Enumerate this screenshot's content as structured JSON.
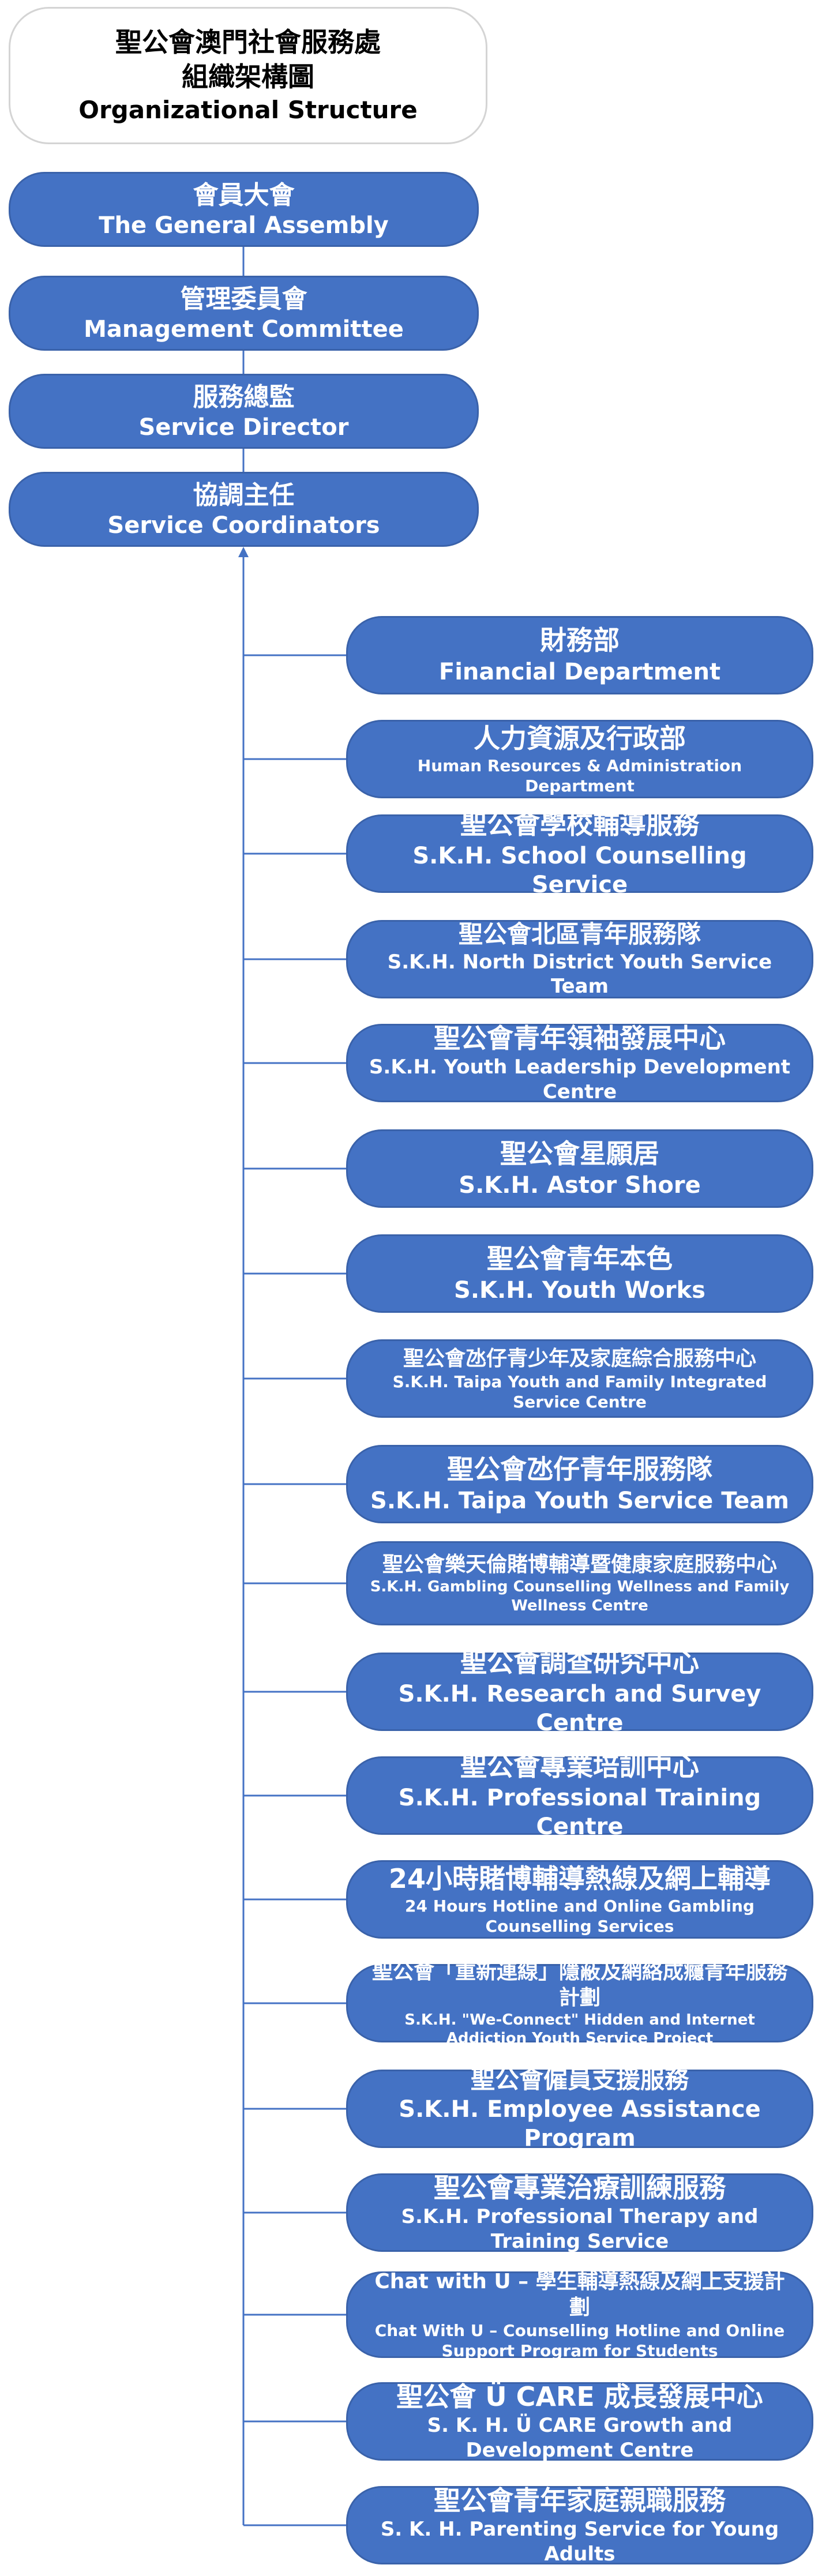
{
  "title": {
    "line1": "聖公會澳門社會服務處",
    "line2": "組織架構圖",
    "line3": "Organizational Structure"
  },
  "hierarchy": [
    {
      "zh": "會員大會",
      "en": "The General Assembly"
    },
    {
      "zh": "管理委員會",
      "en": "Management Committee"
    },
    {
      "zh": "服務總監",
      "en": "Service Director"
    },
    {
      "zh": "協調主任",
      "en": "Service Coordinators"
    }
  ],
  "departments": [
    {
      "zh": "財務部",
      "en": "Financial Department"
    },
    {
      "zh": "人力資源及行政部",
      "en": "Human Resources & Administration Department"
    },
    {
      "zh": "聖公會學校輔導服務",
      "en": "S.K.H. School Counselling Service"
    },
    {
      "zh": "聖公會北區青年服務隊",
      "en": "S.K.H. North District Youth Service Team"
    },
    {
      "zh": "聖公會青年領袖發展中心",
      "en": "S.K.H. Youth Leadership Development Centre"
    },
    {
      "zh": "聖公會星願居",
      "en": "S.K.H. Astor Shore"
    },
    {
      "zh": "聖公會青年本色",
      "en": "S.K.H. Youth Works"
    },
    {
      "zh": "聖公會氹仔青少年及家庭綜合服務中心",
      "en": "S.K.H. Taipa Youth and Family Integrated Service Centre"
    },
    {
      "zh": "聖公會氹仔青年服務隊",
      "en": "S.K.H. Taipa Youth Service Team"
    },
    {
      "zh": "聖公會樂天倫賭博輔導暨健康家庭服務中心",
      "en": "S.K.H. Gambling Counselling Wellness and Family Wellness Centre"
    },
    {
      "zh": "聖公會調查研究中心",
      "en": "S.K.H. Research and Survey Centre"
    },
    {
      "zh": "聖公會專業培訓中心",
      "en": "S.K.H. Professional Training Centre"
    },
    {
      "zh": "24小時賭博輔導熱線及網上輔導",
      "en": "24 Hours Hotline and Online Gambling Counselling Services"
    },
    {
      "zh": "聖公會「重新連線」隱蔽及網絡成癮青年服務計劃",
      "en": "S.K.H. \"We-Connect\" Hidden and Internet Addiction Youth Service Project"
    },
    {
      "zh": "聖公會僱員支援服務",
      "en": "S.K.H. Employee Assistance Program"
    },
    {
      "zh": "聖公會專業治療訓練服務",
      "en": "S.K.H. Professional Therapy and Training Service"
    },
    {
      "zh": "Chat with U – 學生輔導熱線及網上支援計劃",
      "en": "Chat With U – Counselling Hotline and Online Support Program for Students"
    },
    {
      "zh": "聖公會 Ü CARE 成長發展中心",
      "en": "S. K. H. Ü CARE Growth and Development Centre"
    },
    {
      "zh": "聖公會青年家庭親職服務",
      "en": "S. K. H. Parenting Service for Young Adults"
    }
  ],
  "colors": {
    "node_fill": "#4472c4",
    "node_border": "#3a62aa",
    "connector": "#4472c4",
    "title_border": "#d4d4d4"
  }
}
